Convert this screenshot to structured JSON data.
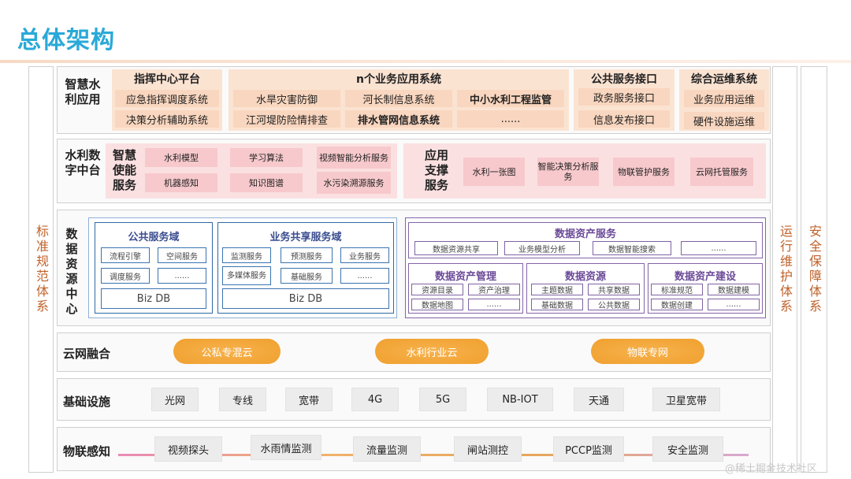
{
  "title": "总体架构",
  "left_label": "标准规范体系",
  "right_label_1": "运行维护体系",
  "right_label_2": "安全保障体系",
  "app": {
    "label": "智慧水利应用",
    "command": {
      "title": "指挥中心平台",
      "items": [
        "应急指挥调度系统",
        "决策分析辅助系统"
      ]
    },
    "business": {
      "title": "n个业务应用系统",
      "items": [
        "水旱灾害防御",
        "河长制信息系统",
        "中小水利工程监管",
        "江河堤防险情排查",
        "排水管网信息系统",
        "......"
      ]
    },
    "public": {
      "title": "公共服务接口",
      "items": [
        "政务服务接口",
        "信息发布接口"
      ]
    },
    "ops": {
      "title": "综合运维系统",
      "items": [
        "业务应用运维",
        "硬件设施运维"
      ]
    }
  },
  "middle": {
    "label": "水利数字中台",
    "enable_label": "智慧使能服务",
    "enable_items": [
      "水利模型",
      "学习算法",
      "视频智能分析服务",
      "机器感知",
      "知识图谱",
      "水污染溯源服务"
    ],
    "support_label": "应用支撑服务",
    "support_items": [
      "水利一张图",
      "智能决策分析服务",
      "物联管护服务",
      "云网托管服务"
    ]
  },
  "data": {
    "label": "数据资源中心",
    "public_domain": {
      "title": "公共服务域",
      "items": [
        "流程引擎",
        "空间服务",
        "调度服务",
        "......"
      ],
      "db": "Biz DB"
    },
    "shared_domain": {
      "title": "业务共享服务域",
      "items": [
        "监测服务",
        "预测服务",
        "业务服务",
        "多媒体服务",
        "基础服务",
        "......"
      ],
      "db": "Biz DB"
    },
    "asset_service": {
      "title": "数据资产服务",
      "items": [
        "数据资源共享",
        "业务模型分析",
        "数据智能搜索",
        "......"
      ]
    },
    "asset_mgmt": {
      "title": "数据资产管理",
      "items": [
        "资源目录",
        "资产治理",
        "数据地图",
        "......"
      ]
    },
    "resources": {
      "title": "数据资源",
      "items": [
        "主题数据",
        "共享数据",
        "基础数据",
        "公共数据"
      ]
    },
    "asset_build": {
      "title": "数据资产建设",
      "items": [
        "标准规范",
        "数据建模",
        "数据创建",
        "......"
      ]
    }
  },
  "cloud": {
    "label": "云网融合",
    "items": [
      "公私专混云",
      "水利行业云",
      "物联专网"
    ]
  },
  "infra": {
    "label": "基础设施",
    "items": [
      "光网",
      "专线",
      "宽带",
      "4G",
      "5G",
      "NB-IOT",
      "天通",
      "卫星宽带"
    ]
  },
  "iot": {
    "label": "物联感知",
    "items": [
      "视频探头",
      "水雨情监测",
      "流量监测",
      "闸站测控",
      "PCCP监测",
      "安全监测"
    ]
  },
  "watermark": "@稀土掘金技术社区",
  "colors": {
    "title": "#2aa9d8",
    "side_text": "#c0622b",
    "peach": "#fbe3d2",
    "pink": "#f7c9cc",
    "blue": "#2e6aa6",
    "purple": "#8464a8",
    "cloud": "#f3a73a"
  }
}
